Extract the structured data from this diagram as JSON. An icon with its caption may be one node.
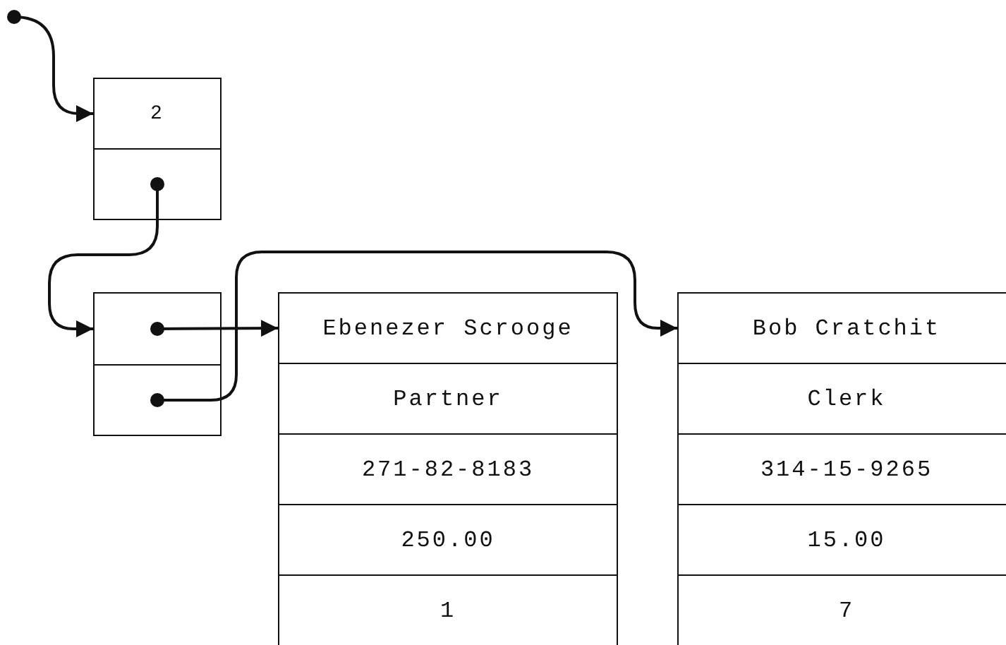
{
  "diagram": {
    "nodes": [
      {
        "text": [
          "2"
        ]
      },
      {
        "text": [],
        "shape": "box"
      },
      {
        "text": [],
        "shape": "box"
      },
      {
        "text": [],
        "shape": "box"
      },
      {
        "text": [
          "Ebenezer Scrooge"
        ]
      },
      {
        "text": [
          "Partner"
        ]
      },
      {
        "text": [
          "271-82-8183"
        ]
      },
      {
        "text": [
          "250.00"
        ]
      },
      {
        "text": [
          "1"
        ]
      },
      {
        "text": [
          "Bob Cratchit"
        ]
      },
      {
        "text": [
          "Clerk"
        ]
      },
      {
        "text": [
          "314-15-9265"
        ]
      },
      {
        "text": [
          "15.00"
        ]
      },
      {
        "text": [
          "7"
        ]
      }
    ],
    "edges": [
      {
        "from": null,
        "to": 0,
        "arrow": "to"
      },
      {
        "from": 1,
        "to": 2,
        "arrow": "to"
      },
      {
        "from": 2,
        "to": 4,
        "arrow": "to"
      },
      {
        "from": 3,
        "to": 9,
        "arrow": "to"
      }
    ]
  }
}
